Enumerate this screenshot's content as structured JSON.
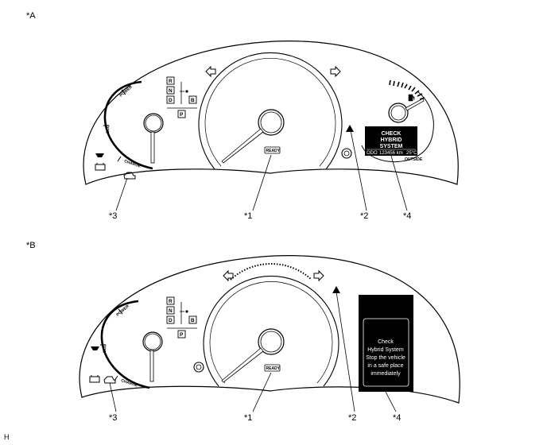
{
  "figure_labels": {
    "a": "*A",
    "b": "*B",
    "corner": "H"
  },
  "callouts": {
    "a": [
      "*1",
      "*2",
      "*3",
      "*4"
    ],
    "b": [
      "*1",
      "*2",
      "*3",
      "*4"
    ]
  },
  "power_meter": {
    "power": "POWER",
    "eco": "ECO",
    "charge": "CHARGE"
  },
  "gears": {
    "r": "R",
    "n": "N",
    "d": "D",
    "b": "B",
    "p": "P"
  },
  "ready_indicator": "READY",
  "display_a": {
    "line1": "CHECK",
    "line2": "HYBRID",
    "line3": "SYSTEM",
    "odo_label": "ODO",
    "odo_value": "123456 km",
    "temperature": "25°C",
    "outside_label": "OUTSIDE"
  },
  "display_b": {
    "lines": [
      "Check",
      "Hybrid System",
      "Stop the vehicle",
      "in a safe place",
      "immediately"
    ]
  }
}
